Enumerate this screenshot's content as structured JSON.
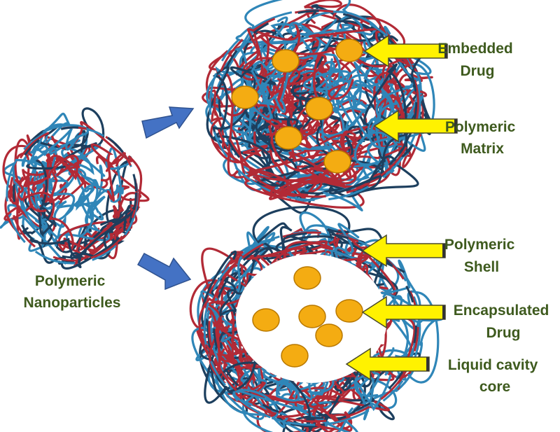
{
  "labels": {
    "source_line1": "Polymeric",
    "source_line2": "Nanoparticles",
    "embedded_line1": "Embedded",
    "embedded_line2": "Drug",
    "matrix_line1": "Polymeric",
    "matrix_line2": "Matrix",
    "shell_line1": "Polymeric",
    "shell_line2": "Shell",
    "encapsulated_line1": "Encapsulated",
    "encapsulated_line2": "Drug",
    "cavity_line1": "Liquid cavity",
    "cavity_line2": "core"
  },
  "colors": {
    "polymer_red": "#b22a36",
    "polymer_blue": "#2f86b8",
    "polymer_navy": "#1d3f5e",
    "drug_fill": "#f4ac12",
    "drug_stroke": "#b87800",
    "pointer_fill": "#fff200",
    "pointer_stroke": "#4a4a2a",
    "process_arrow": "#4472c4",
    "label_text": "#3e5a1e",
    "cavity": "#ffffff"
  }
}
